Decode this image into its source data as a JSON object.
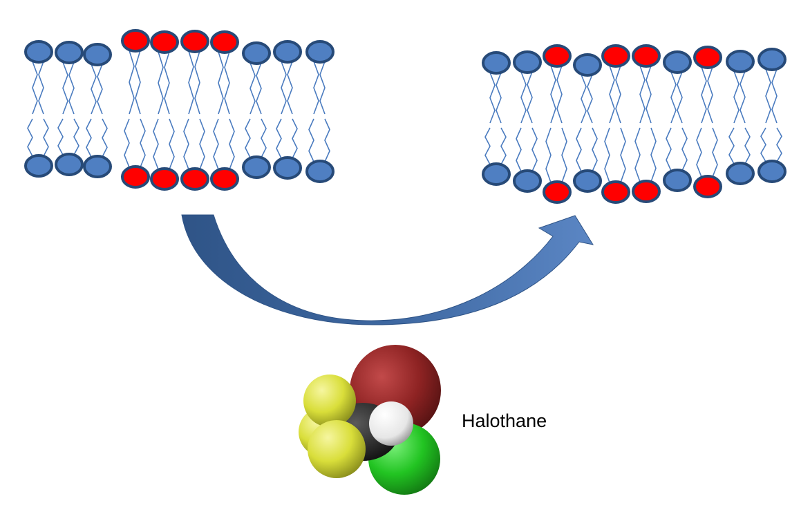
{
  "colors": {
    "blue_head": "#4f7fc2",
    "blue_head_stroke": "#274a78",
    "red_head": "#ff0000",
    "tail_stroke": "#4a7bbf",
    "arrow_fill": "#3d67a0",
    "arrow_fill_light": "#5b86c4",
    "bromine": "#8e2323",
    "chlorine": "#22c422",
    "fluorine": "#d9de3a",
    "carbon": "#1f1f1f",
    "hydrogen": "#ffffff"
  },
  "membrane_before": {
    "upper_leaflet": [
      "blue",
      "blue",
      "blue",
      "red",
      "red",
      "red",
      "red",
      "blue",
      "blue",
      "blue"
    ],
    "lower_leaflet": [
      "blue",
      "blue",
      "blue",
      "red",
      "red",
      "red",
      "red",
      "blue",
      "blue",
      "blue"
    ]
  },
  "membrane_after": {
    "upper_leaflet": [
      "blue",
      "blue",
      "red",
      "blue",
      "red",
      "red",
      "blue",
      "red",
      "blue",
      "blue"
    ],
    "lower_leaflet": [
      "blue",
      "blue",
      "red",
      "blue",
      "red",
      "red",
      "blue",
      "red",
      "blue",
      "blue"
    ]
  },
  "molecule": {
    "name": "Halothane",
    "atoms": [
      "bromine-icon",
      "chlorine-icon",
      "fluorine-icon",
      "fluorine-icon",
      "fluorine-icon",
      "carbon-icon",
      "hydrogen-icon"
    ]
  }
}
